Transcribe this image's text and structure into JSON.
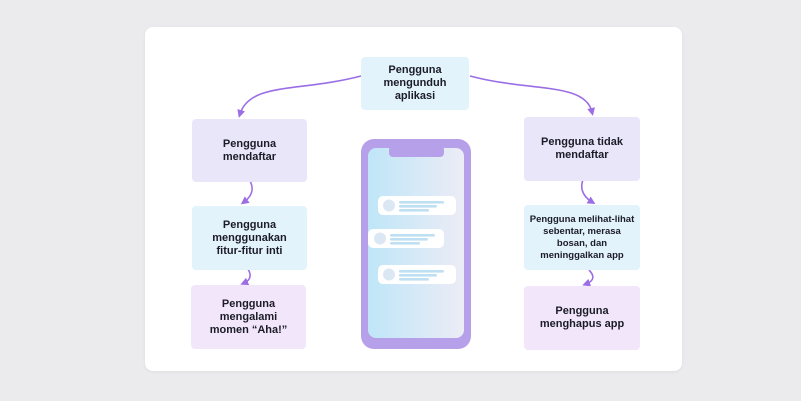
{
  "colors": {
    "background": "#ebebed",
    "card": "#ffffff",
    "arrow": "#9b6ee6",
    "node_blue": "#e2f3fb",
    "node_lavender": "#e9e6f9",
    "node_pink": "#f2e7fa",
    "phone_frame": "#b6a0ea",
    "text": "#1c1c28"
  },
  "nodes": {
    "top": {
      "text": "Pengguna mengunduh aplikasi"
    },
    "left1": {
      "text": "Pengguna mendaftar"
    },
    "left2": {
      "text": "Pengguna menggunakan fitur-fitur inti"
    },
    "left3": {
      "text": "Pengguna mengalami momen “Aha!”"
    },
    "right1": {
      "text": "Pengguna tidak mendaftar"
    },
    "right2": {
      "text": "Pengguna melihat-lihat sebentar, merasa bosan, dan meninggalkan app"
    },
    "right3": {
      "text": "Pengguna menghapus app"
    }
  },
  "phone": {
    "icon": "smartphone-illustration",
    "list_items": 3
  }
}
